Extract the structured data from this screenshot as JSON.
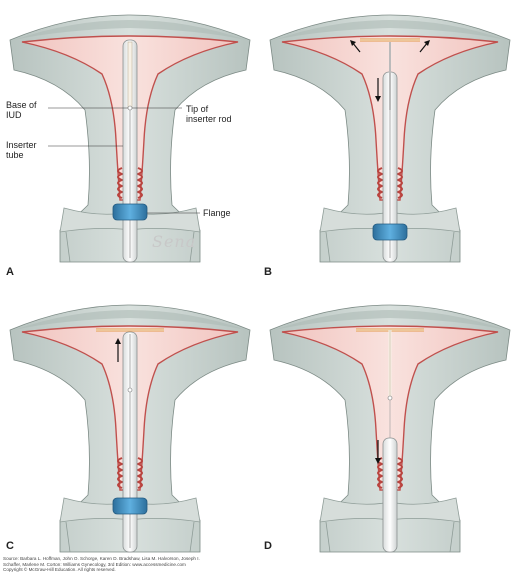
{
  "panels": [
    {
      "id": "a",
      "letter": "A"
    },
    {
      "id": "b",
      "letter": "B"
    },
    {
      "id": "c",
      "letter": "C"
    },
    {
      "id": "d",
      "letter": "D"
    }
  ],
  "labels": {
    "base_of_iud": "Base of IUD",
    "base_of_iud_line1": "Base of",
    "base_of_iud_line2": "IUD",
    "tip_line1": "Tip of",
    "tip_line2": "inserter rod",
    "inserter_line1": "Inserter",
    "inserter_line2": "tube",
    "flange": "Flange"
  },
  "signature": "Sena",
  "source": {
    "line1": "Source: Barbara L. Hoffman, John O. Schorge, Karen D. Bradshaw, Lisa M. Halvorson, Joseph I.",
    "line2": "Schaffer, Marlene M. Corton: Williams Gynecology, 3rd Edition: www.accessmedicine.com",
    "line3": "Copyright © McGraw-Hill Education. All rights reserved."
  },
  "colors": {
    "tissue": "#c9d3cf",
    "tissue_dark": "#8e9c97",
    "endometrium": "#e8b4b0",
    "lining": "#c0504d",
    "flange": "#3b8fc4",
    "iud": "#f2efe6",
    "iud_arms": "#e39a4c"
  }
}
